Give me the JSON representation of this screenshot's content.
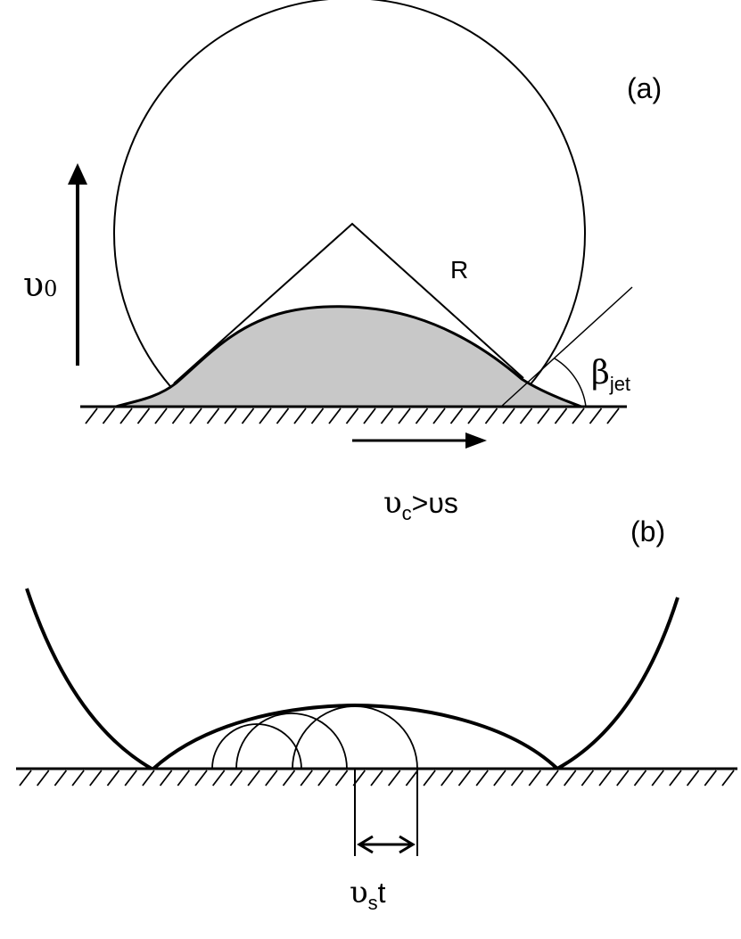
{
  "panel_a": {
    "tag": "(a)",
    "label_v0_symbol": "υ",
    "label_v0_sub": "0",
    "label_radius": "R",
    "label_beta_symbol": "β",
    "label_beta_sub": "jet",
    "label_vc_symbol": "υ",
    "label_vc_sub": "c",
    "label_vc_rest": ">υs"
  },
  "panel_b": {
    "tag": "(b)",
    "label_vst_symbol": "υ",
    "label_vst_sub": "s",
    "label_vst_rest": "t"
  },
  "colors": {
    "stroke": "#000000",
    "jet_fill": "#c8c8c8",
    "background": "#ffffff"
  }
}
